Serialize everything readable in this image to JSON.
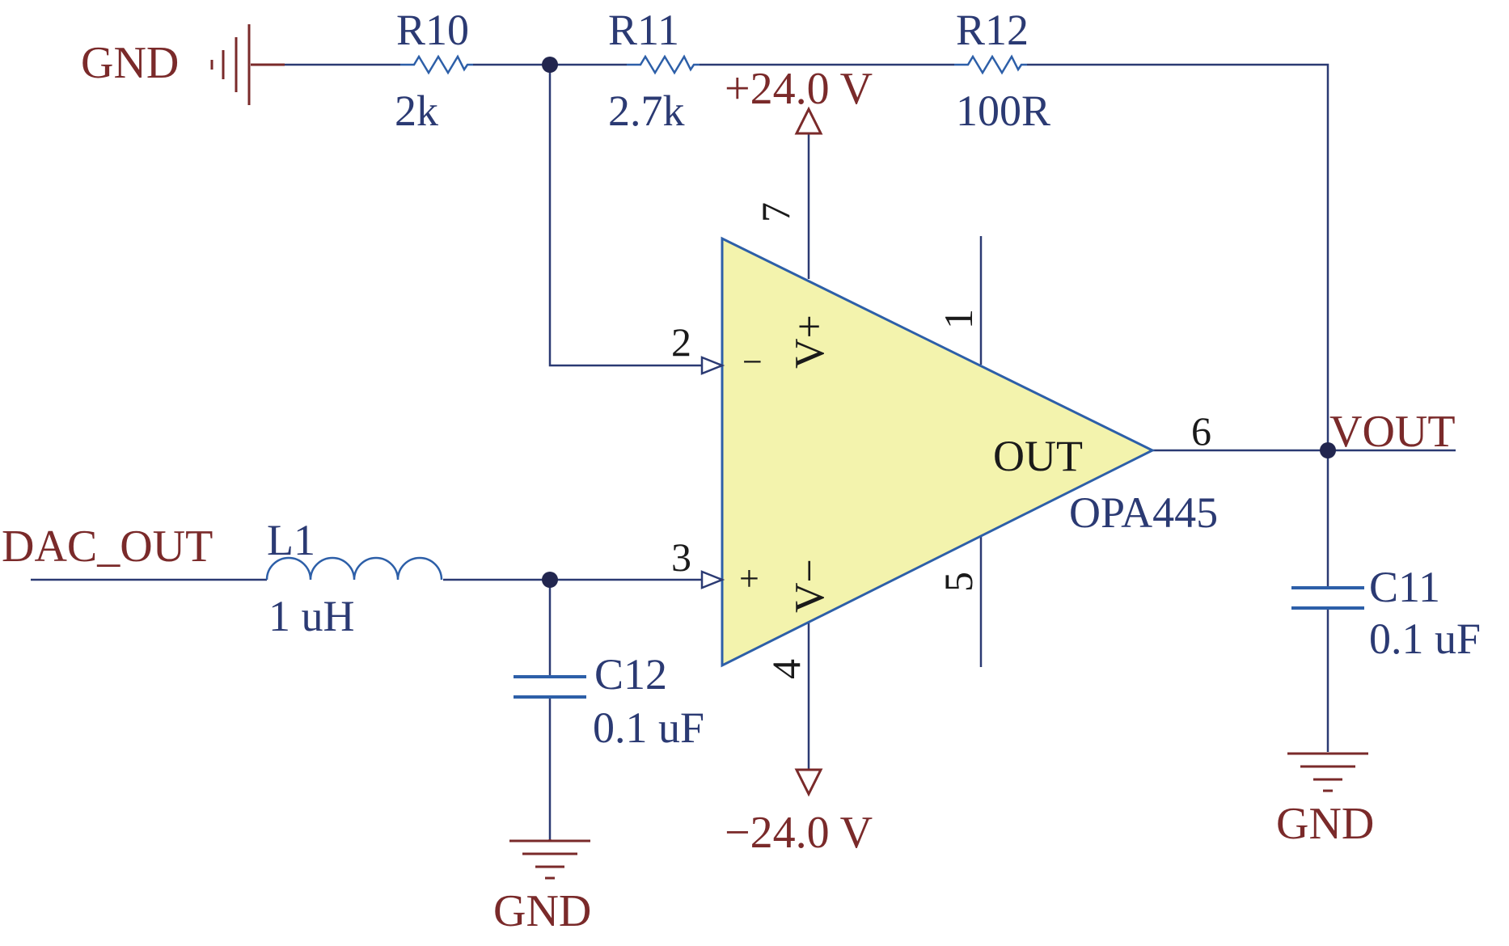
{
  "colors": {
    "wire": "#2b3a73",
    "component": "#2d5fa8",
    "net_label": "#7a2a2a",
    "text": "#2b3a73",
    "pin_text": "#1a1a1a",
    "opamp_fill": "#f3f3ad",
    "junction": "#22264f"
  },
  "net_labels": {
    "gnd_left": "GND",
    "gnd_c12": "GND",
    "gnd_c11": "GND",
    "vpos": "+24.0 V",
    "vneg": "−24.0 V",
    "dac_out": "DAC_OUT",
    "vout": "VOUT"
  },
  "resistors": [
    {
      "ref": "R10",
      "value": "2k"
    },
    {
      "ref": "R11",
      "value": "2.7k"
    },
    {
      "ref": "R12",
      "value": "100R"
    }
  ],
  "inductor": {
    "ref": "L1",
    "value": "1 uH"
  },
  "capacitors": [
    {
      "ref": "C12",
      "value": "0.1 uF"
    },
    {
      "ref": "C11",
      "value": "0.1 uF"
    }
  ],
  "opamp": {
    "part": "OPA445",
    "out_label": "OUT",
    "vplus_label": "V+",
    "vminus_label": "V−",
    "inv_sign": "−",
    "noninv_sign": "+",
    "pins": {
      "inv": "2",
      "noninv": "3",
      "vpos": "7",
      "vneg": "4",
      "out": "6",
      "offset1": "1",
      "offset5": "5"
    }
  }
}
